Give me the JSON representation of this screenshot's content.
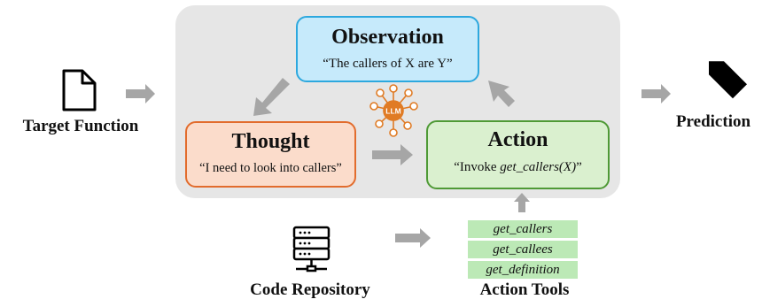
{
  "observation": {
    "title": "Observation",
    "quote": "“The callers of X are Y”"
  },
  "thought": {
    "title": "Thought",
    "quote": "“I need to  look into callers”"
  },
  "action": {
    "title": "Action",
    "quote_prefix": "“Invoke ",
    "quote_call": "get_callers(X)",
    "quote_suffix": "”"
  },
  "llm_icon": {
    "label": "LLM"
  },
  "labels": {
    "target": "Target Function",
    "prediction": "Prediction",
    "repository": "Code Repository",
    "tools": "Action Tools"
  },
  "tools": [
    "get_callers",
    "get_callees",
    "get_definition"
  ],
  "colors": {
    "panel": "#e6e6e6",
    "observation_fill": "#c6eafb",
    "observation_border": "#2da8de",
    "thought_fill": "#fbdccb",
    "thought_border": "#e26c2d",
    "action_fill": "#daf0cf",
    "action_border": "#4f9a36",
    "tool_fill": "#bce9b6",
    "arrow": "#a6a6a6",
    "llm": "#e07b24"
  },
  "icons": [
    "document-icon",
    "tag-icon",
    "server-icon",
    "llm-network-icon"
  ]
}
